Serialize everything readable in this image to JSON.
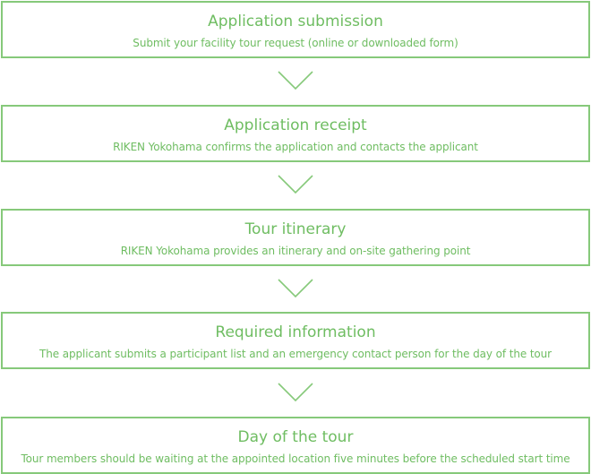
{
  "steps": [
    {
      "title": "Application submission",
      "description": "Submit your facility tour request (online or downloaded form)"
    },
    {
      "title": "Application receipt",
      "description": "RIKEN Yokohama confirms the application and contacts the applicant"
    },
    {
      "title": "Tour itinerary",
      "description": "RIKEN Yokohama provides an itinerary and on-site gathering point"
    },
    {
      "title": "Required information",
      "description": "The applicant submits a participant list and an emergency contact person for the day of the tour"
    },
    {
      "title": "Day of the tour",
      "description": "Tour members should be waiting at the appointed location five minutes before the scheduled start time"
    }
  ],
  "colors": {
    "accent": "#6fbd62",
    "border": "#86c97a"
  },
  "icons": {
    "connector": "chevron-down-icon"
  }
}
